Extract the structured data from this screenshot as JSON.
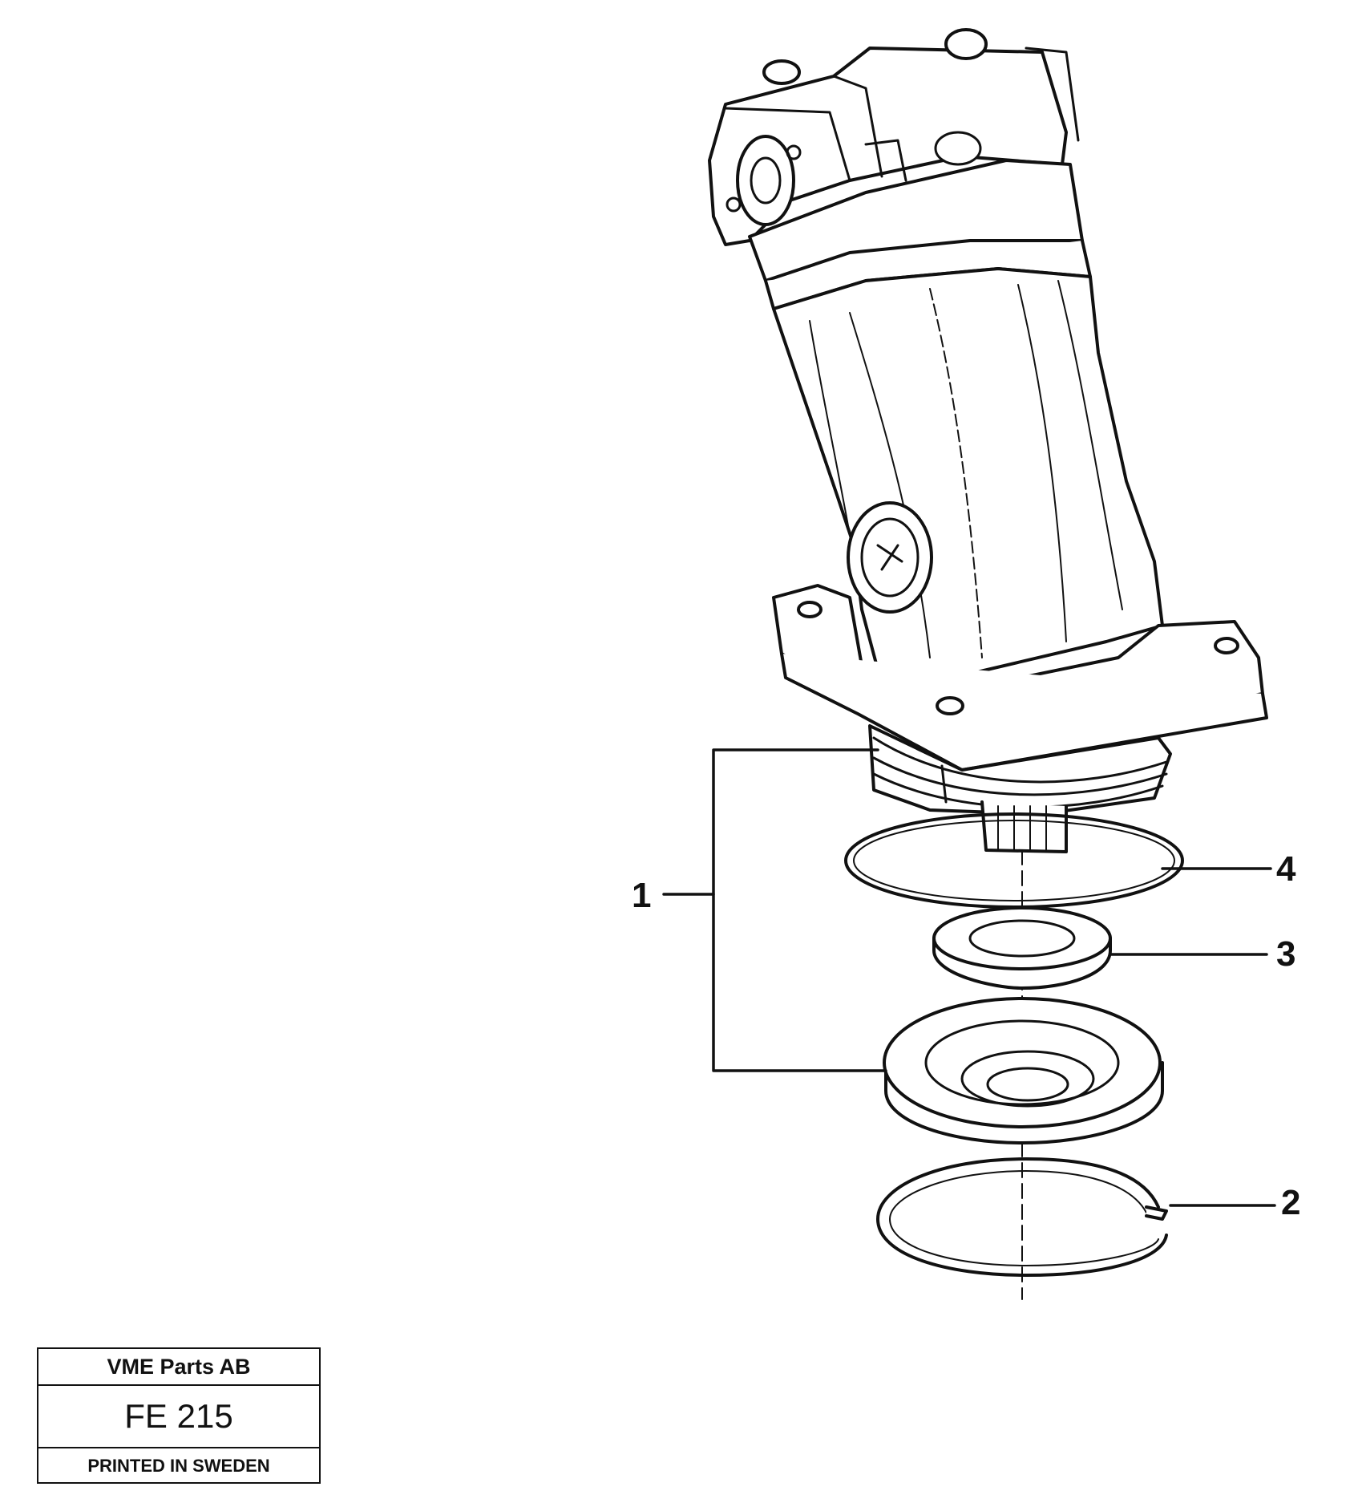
{
  "callouts": [
    {
      "id": "1",
      "text": "1"
    },
    {
      "id": "2",
      "text": "2"
    },
    {
      "id": "3",
      "text": "3"
    },
    {
      "id": "4",
      "text": "4"
    }
  ],
  "titleblock": {
    "company": "VME Parts AB",
    "code": "FE 215",
    "printed": "PRINTED IN SWEDEN"
  },
  "colors": {
    "ink": "#111111",
    "paper": "#ffffff"
  }
}
